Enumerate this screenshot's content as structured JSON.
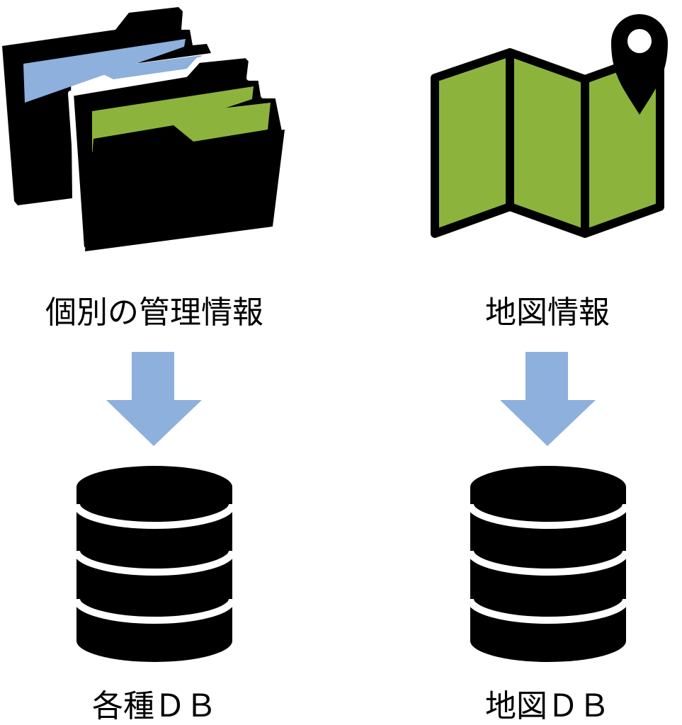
{
  "left": {
    "source_label": "個別の管理情報",
    "db_label": "各種ＤＢ",
    "icon": "folders-icon"
  },
  "right": {
    "source_label": "地図情報",
    "db_label": "地図ＤＢ",
    "icon": "map-pin-icon"
  },
  "colors": {
    "arrow": "#8db0dc",
    "green": "#8cb43c",
    "blue": "#8db0dc",
    "black": "#000000"
  }
}
